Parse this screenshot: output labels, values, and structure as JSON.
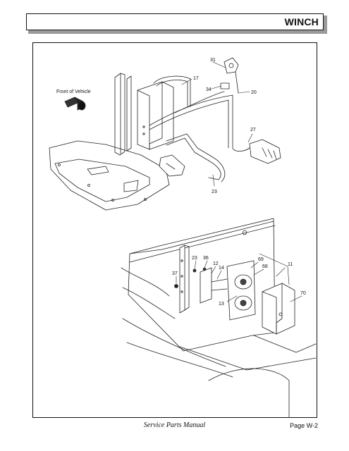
{
  "header": {
    "title": "WINCH"
  },
  "figure": {
    "front_label": "Front of Vehicle",
    "callouts": [
      "31",
      "17",
      "34",
      "20",
      "27",
      "23",
      "23",
      "36",
      "12",
      "14",
      "69",
      "68",
      "11",
      "37",
      "13",
      "70"
    ]
  },
  "footer": {
    "manual": "Service Parts Manual",
    "page": "Page W-2"
  }
}
